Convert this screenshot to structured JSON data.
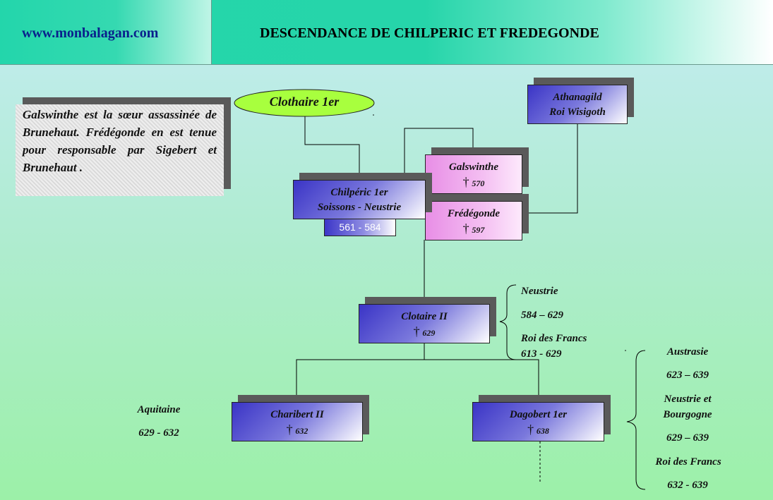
{
  "header": {
    "site": "www.monbalagan.com",
    "title": "DESCENDANCE DE CHILPERIC ET FREDEGONDE"
  },
  "note": {
    "text": "Galswinthe est la sœur assassinée de Brunehaut. Frédégonde en est tenue pour responsable par Sigebert et Brunehaut ."
  },
  "persons": {
    "clothaire": {
      "name": "Clothaire 1er"
    },
    "athanagild": {
      "line1": "Athanagild",
      "line2": "Roi Wisigoth"
    },
    "galswinthe": {
      "name": "Galswinthe",
      "death": "570"
    },
    "fredegonde": {
      "name": "Frédégonde",
      "death": "597"
    },
    "chilperic": {
      "line1": "Chilpéric 1er",
      "line2": "Soissons  - Neustrie",
      "reign": "561 - 584"
    },
    "clotaire2": {
      "name": "Clotaire II",
      "death": "629"
    },
    "charibert2": {
      "name": "Charibert  II",
      "death": "632"
    },
    "dagobert": {
      "name": "Dagobert 1er",
      "death": "638"
    }
  },
  "death_symbol": "†",
  "annotations": {
    "clotaire2": {
      "region": "Neustrie",
      "period": "584 – 629",
      "title": "Roi des Francs",
      "title_period": "613 - 629"
    },
    "charibert2": {
      "region": "Aquitaine",
      "period": "629 - 632"
    },
    "dagobert": {
      "region1": "Austrasie",
      "period1": "623 – 639",
      "region2a": "Neustrie et",
      "region2b": "Bourgogne",
      "period2": "629 – 639",
      "title": "Roi des Francs",
      "title_period": "632 - 639"
    }
  },
  "colors": {
    "header_green": "#24d6ab",
    "logo_text": "#0a1f8c",
    "blue_box": "#3a34c6",
    "pink_box": "#e88ee6",
    "ellipse": "#a8ff3e"
  }
}
